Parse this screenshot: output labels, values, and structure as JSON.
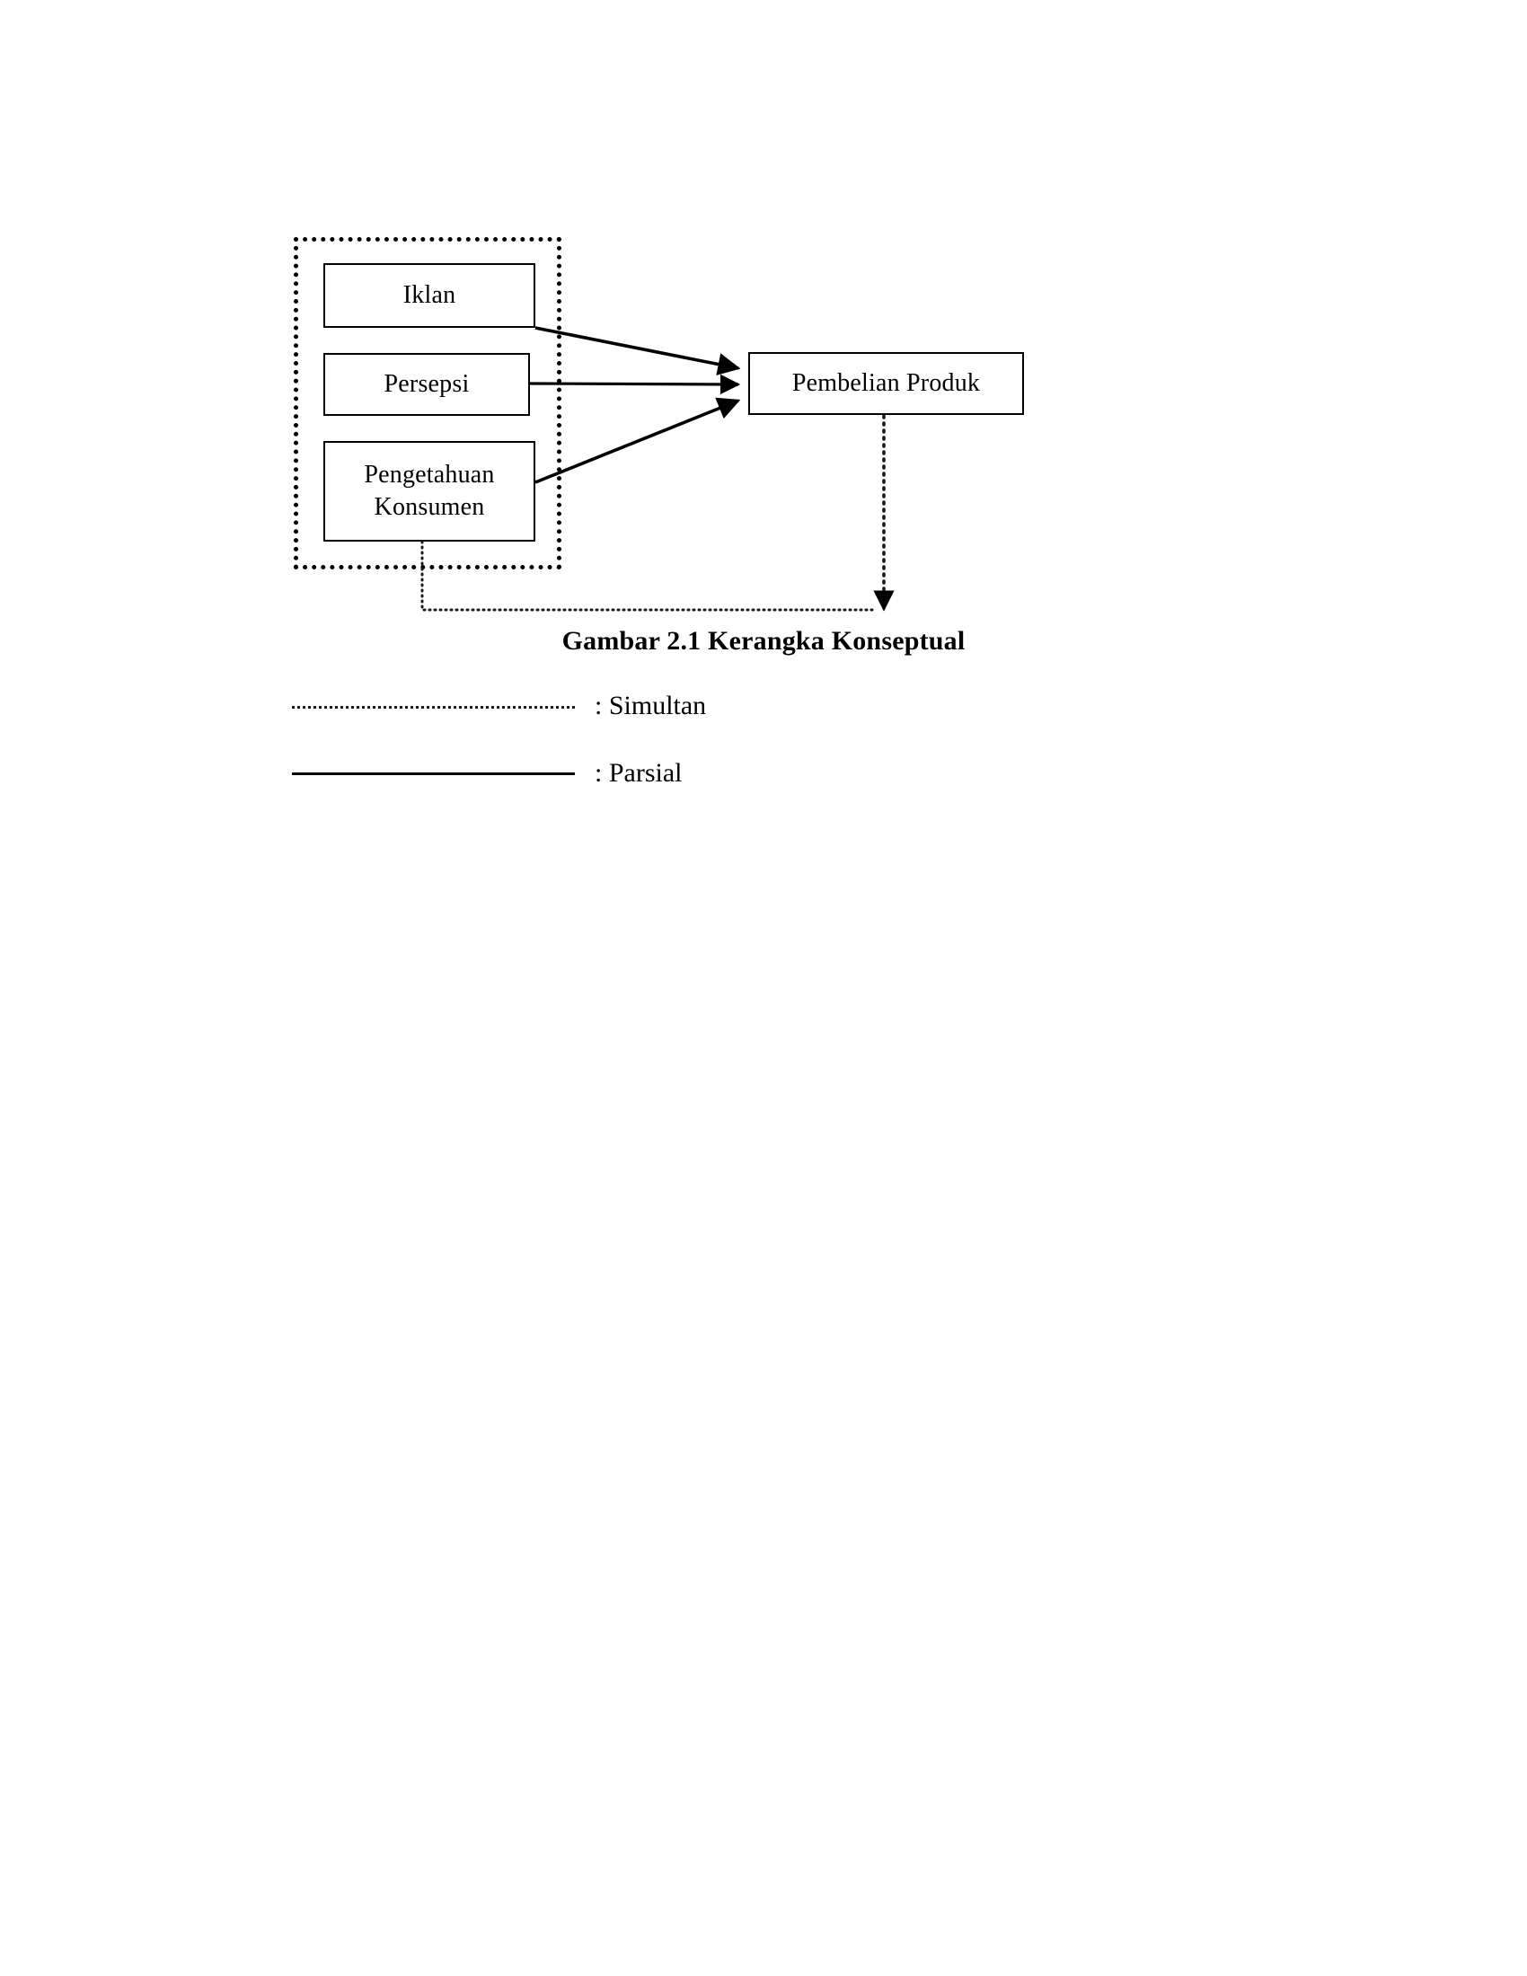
{
  "document": {
    "page_background": "#ffffff",
    "text_color": "#000000"
  },
  "figure": {
    "caption": "Gambar 2.1 Kerangka Konseptual",
    "group_label": "independent-variables-group",
    "nodes": [
      {
        "id": "iklan",
        "label": "Iklan"
      },
      {
        "id": "persepsi",
        "label": "Persepsi"
      },
      {
        "id": "pengetahuan",
        "label": "Pengetahuan Konsumen"
      },
      {
        "id": "pembelian",
        "label": "Pembelian Produk"
      }
    ],
    "edges": [
      {
        "from": "iklan",
        "to": "pembelian",
        "style": "solid",
        "meaning": "Parsial"
      },
      {
        "from": "persepsi",
        "to": "pembelian",
        "style": "solid",
        "meaning": "Parsial"
      },
      {
        "from": "pengetahuan",
        "to": "pembelian",
        "style": "solid",
        "meaning": "Parsial"
      },
      {
        "from": "independent-variables-group",
        "to": "pembelian",
        "style": "dotted",
        "meaning": "Simultan"
      }
    ]
  },
  "legend": {
    "items": [
      {
        "style": "dotted",
        "label": ": Simultan"
      },
      {
        "style": "solid",
        "label": ": Parsial"
      }
    ]
  }
}
